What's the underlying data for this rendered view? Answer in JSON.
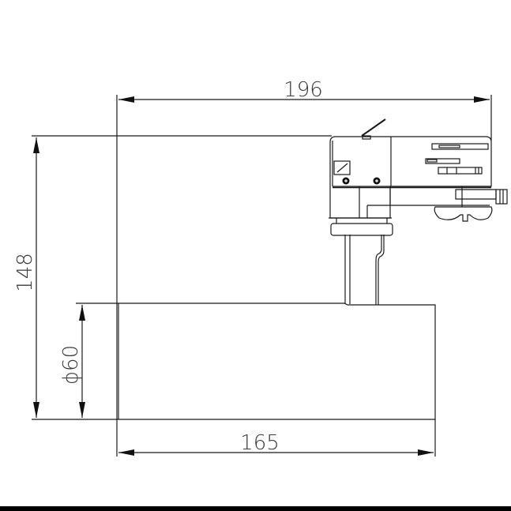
{
  "drawing": {
    "title": "Track spotlight dimensional drawing",
    "units": "mm",
    "line_color": "#1a1a1a",
    "text_color": "#3a3a3a",
    "dimensions": {
      "overall_width": {
        "label": "196",
        "value": 196,
        "orientation": "horizontal",
        "position": "top"
      },
      "body_length": {
        "label": "165",
        "value": 165,
        "orientation": "horizontal",
        "position": "bottom"
      },
      "overall_height": {
        "label": "148",
        "value": 148,
        "orientation": "vertical",
        "position": "left-outer"
      },
      "body_diameter": {
        "label": "ϕ60",
        "value": 60,
        "orientation": "vertical",
        "position": "left-inner"
      }
    },
    "components": [
      "track-adapter",
      "stem",
      "cylindrical-lamp-body"
    ]
  }
}
